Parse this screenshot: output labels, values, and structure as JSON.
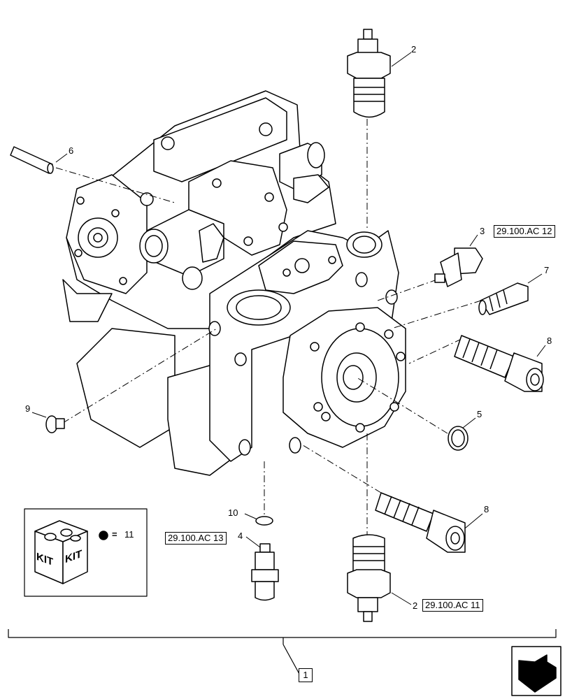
{
  "callouts": {
    "c2_top": "2",
    "c6": "6",
    "c3": "3",
    "c7": "7",
    "c8_upper": "8",
    "c9": "9",
    "c5": "5",
    "c10": "10",
    "c4": "4",
    "c8_lower": "8",
    "c2_bottom": "2"
  },
  "references": {
    "ref_ac12": "29.100.AC 12",
    "ref_ac13": "29.100.AC 13",
    "ref_ac11": "29.100.AC 11"
  },
  "kit": {
    "box_text_left": "KIT",
    "box_text_right": "KIT",
    "equals": "=",
    "item": "11"
  },
  "assembly_number": "1",
  "icons": [
    "kit-box-icon",
    "navigation-arrow-icon"
  ]
}
